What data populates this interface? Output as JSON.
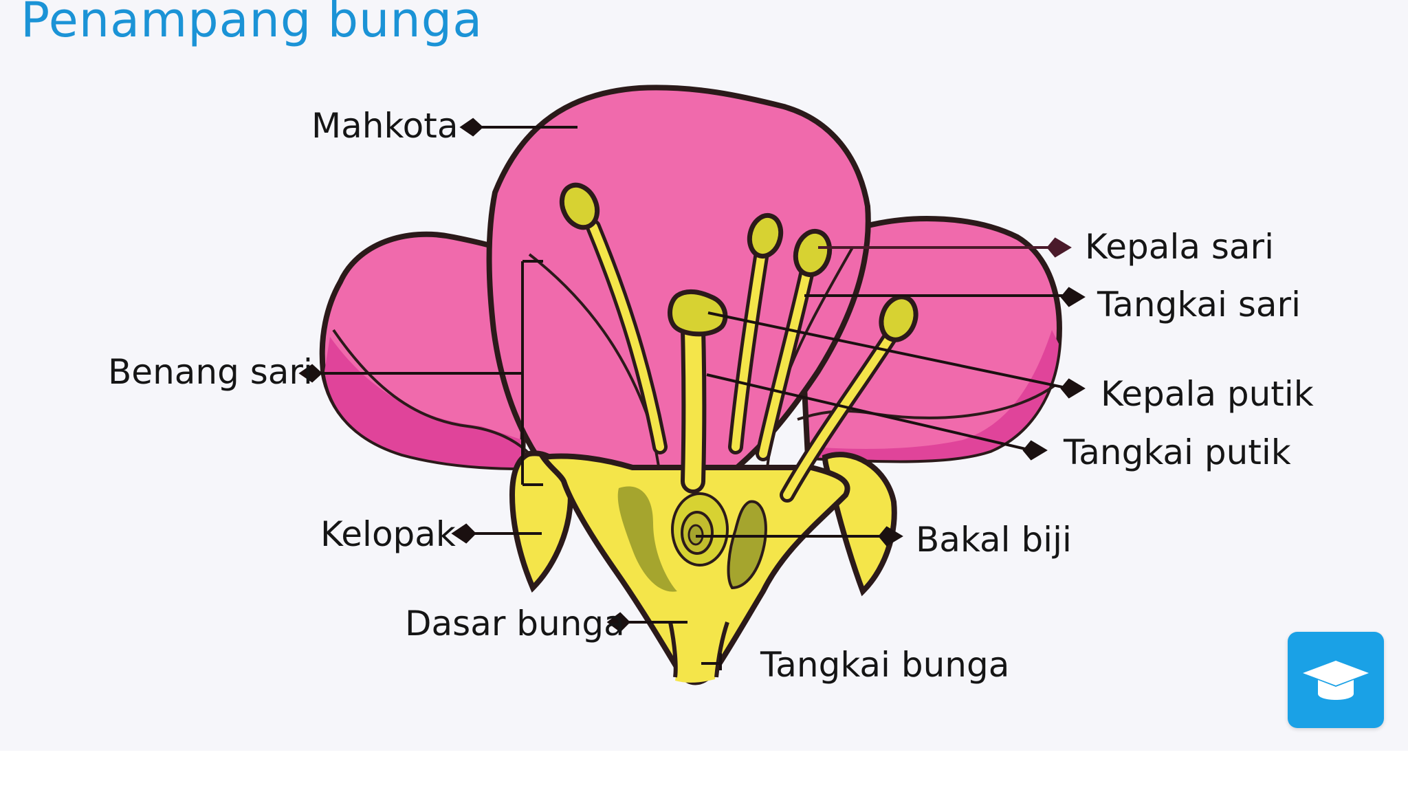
{
  "page": {
    "title": "Penampang bunga",
    "title_color": "#1b93d6",
    "background": "#f6f6fa"
  },
  "diagram": {
    "labels": {
      "mahkota": "Mahkota",
      "benang_sari": "Benang sari",
      "kelopak": "Kelopak",
      "dasar_bunga": "Dasar bunga",
      "kepala_sari": "Kepala sari",
      "tangkai_sari": "Tangkai sari",
      "kepala_putik": "Kepala putik",
      "tangkai_putik": "Tangkai putik",
      "bakal_biji": "Bakal biji",
      "tangkai_bunga": "Tangkai bunga"
    },
    "colors": {
      "petal": "#f06aac",
      "petal_shade": "#e0449a",
      "sepal": "#f4e54a",
      "stamen": "#d7d232",
      "ovary_dark": "#a5a52e",
      "outline": "#2b1a1a"
    }
  },
  "badge": {
    "icon": "graduation-cap-icon",
    "color": "#1aa1e6"
  }
}
